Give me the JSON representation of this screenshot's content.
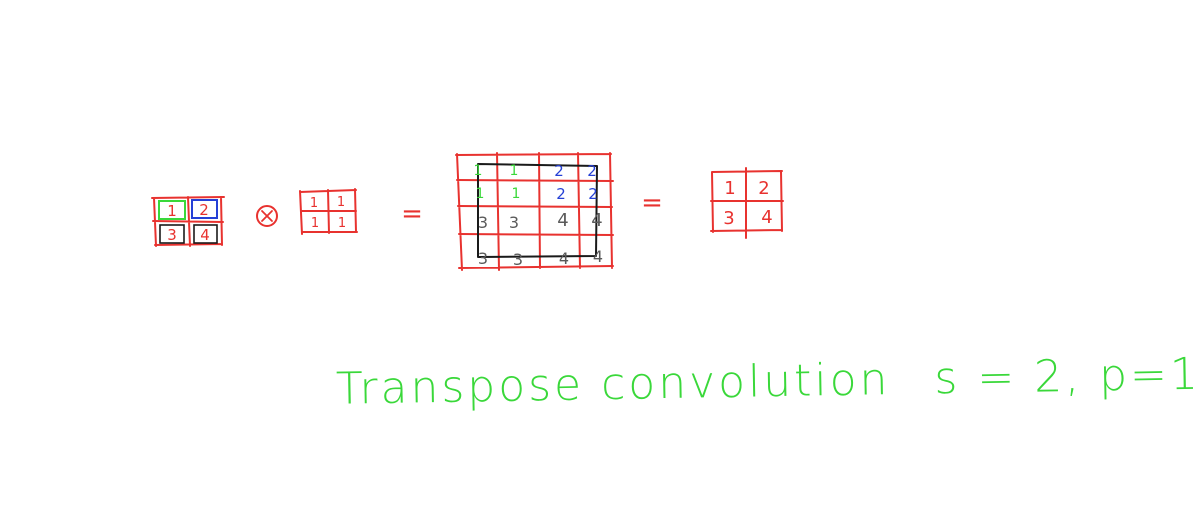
{
  "colors": {
    "grid": "#e8322f",
    "green": "#3ad83a",
    "blue": "#2540d6",
    "gray": "#5a5a5a",
    "black": "#1a1a1a"
  },
  "input": {
    "cells": [
      "1",
      "2",
      "3",
      "4"
    ],
    "cell_colors": [
      "green",
      "blue",
      "gray",
      "gray"
    ]
  },
  "operator_conv": "⊛",
  "kernel": {
    "cells": [
      "1",
      "1",
      "1",
      "1"
    ]
  },
  "equals_1": "=",
  "upsampled": {
    "rows": [
      [
        "1",
        "1",
        "2",
        "2"
      ],
      [
        "1",
        "1",
        "2",
        "2"
      ],
      [
        "3",
        "3",
        "4",
        "4"
      ],
      [
        "3",
        "3",
        "4",
        "4"
      ]
    ],
    "cell_colors": [
      [
        "green",
        "green",
        "blue",
        "blue"
      ],
      [
        "green",
        "green",
        "blue",
        "blue"
      ],
      [
        "gray",
        "gray",
        "gray",
        "gray"
      ],
      [
        "gray",
        "gray",
        "gray",
        "gray"
      ]
    ]
  },
  "equals_2": "=",
  "output": {
    "cells": [
      "1",
      "2",
      "3",
      "4"
    ]
  },
  "caption": {
    "title": "Transpose convolution",
    "params": "s = 2, p=1"
  }
}
